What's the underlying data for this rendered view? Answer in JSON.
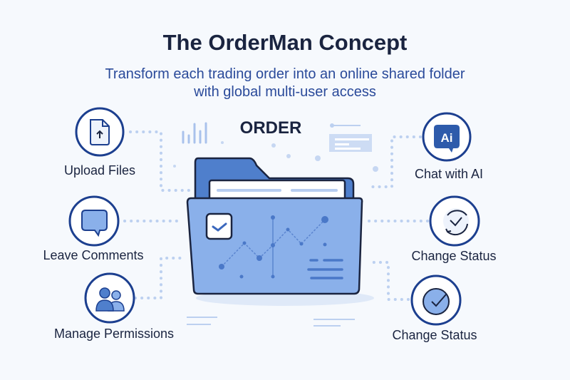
{
  "title": "The OrderMan Concept",
  "subtitle": {
    "line1": "Transform each trading order into an online shared folder",
    "line2": "with global multi-user access"
  },
  "center": {
    "label": "ORDER",
    "icon": "folder-icon"
  },
  "features": {
    "upload": {
      "label": "Upload Files",
      "icon": "file-upload-icon"
    },
    "comments": {
      "label": "Leave Comments",
      "icon": "speech-bubble-icon"
    },
    "permissions": {
      "label": "Manage Permissions",
      "icon": "users-icon"
    },
    "ai": {
      "label": "Chat with AI",
      "icon": "ai-chat-icon",
      "glyph": "Ai"
    },
    "status1": {
      "label": "Change Status",
      "icon": "refresh-check-icon"
    },
    "status2": {
      "label": "Change Status",
      "icon": "check-circle-icon"
    }
  },
  "colors": {
    "navy": "#1c3f8f",
    "dark": "#1a2440",
    "folder_front": "#8ab0ea",
    "folder_back": "#4f7fcc",
    "dots": "#b9cef0"
  }
}
